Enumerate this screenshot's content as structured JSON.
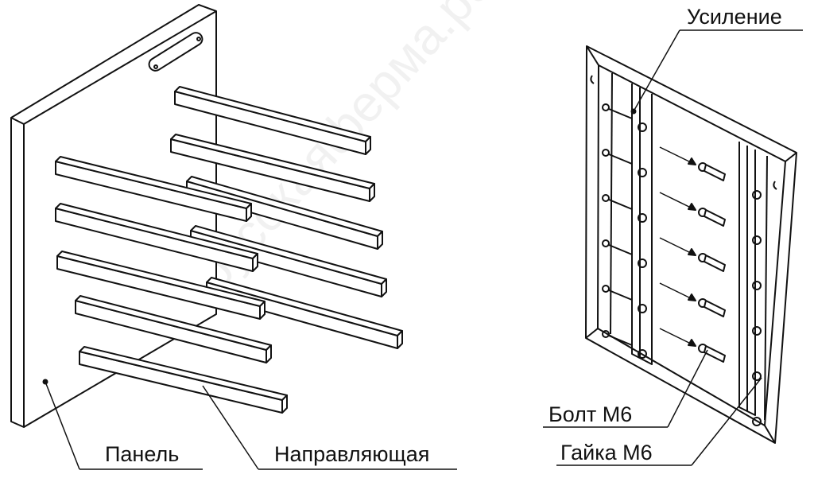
{
  "labels": {
    "reinforcement": "Усиление",
    "bolt": "Болт М6",
    "nut": "Гайка М6",
    "panel": "Панель",
    "guide": "Направляющая"
  },
  "watermark": "русскаяферма.рф",
  "colors": {
    "line": "#111111",
    "background": "#ffffff"
  }
}
